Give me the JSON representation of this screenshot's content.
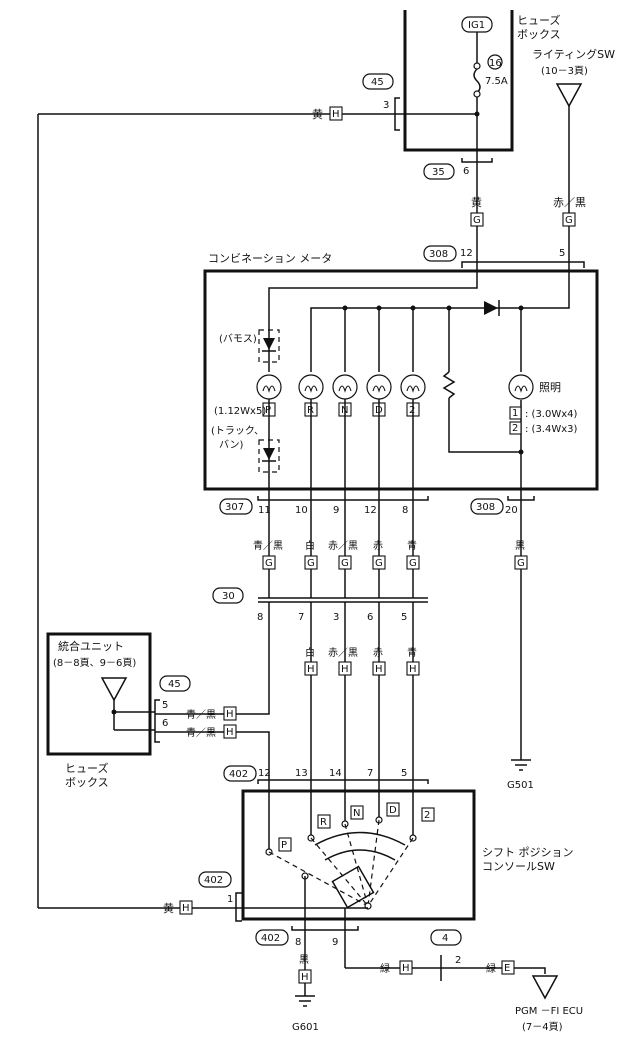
{
  "fuse_box_top": {
    "label_line1": "ヒューズ",
    "label_line2": "ボックス",
    "ig_label": "IG1",
    "fuse_number": "16",
    "fuse_rating": "7.5A",
    "connector_left": "45",
    "connector_bottom": "35",
    "pin_left": "3",
    "pin_bottom": "6"
  },
  "lighting_switch": {
    "label": "ライティングSW",
    "page_ref": "(10－3頁)"
  },
  "meter": {
    "label": "コンビネーション メータ",
    "connector_top": "308",
    "top_pins": [
      "12",
      "5"
    ],
    "connector_bottom_left": "307",
    "connector_bottom_right": "308",
    "bottom_right_pin": "20",
    "bottom_left_pins": [
      "11",
      "10",
      "9",
      "12",
      "8"
    ],
    "pamos_label": "(バモス)",
    "truck_label_line1": "(トラック、",
    "truck_label_line2": "バン)",
    "bulb_rating": "(1.12Wx5)",
    "bulb_letters": [
      "P",
      "R",
      "N",
      "D",
      "2"
    ],
    "illumination_label": "照明",
    "illum_rating_1_idx": "1",
    "illum_rating_1": ": (3.0Wx4)",
    "illum_rating_2_idx": "2",
    "illum_rating_2": ": (3.4Wx3)"
  },
  "wires": {
    "yellow": "黄",
    "red_black": "赤／黒",
    "blue_black": "青／黒",
    "white": "白",
    "red": "赤",
    "blue": "青",
    "black": "黒",
    "green": "緑"
  },
  "connector_codes": {
    "G": "G",
    "H": "H",
    "E": "E"
  },
  "junction_30": {
    "label": "30",
    "pins": [
      "8",
      "7",
      "3",
      "6",
      "5"
    ]
  },
  "integrated_unit": {
    "label": "統合ユニット",
    "page_ref": "(8－8頁、9－6頁)",
    "connector": "45",
    "pins": [
      "5",
      "6"
    ],
    "fuse_label_line1": "ヒューズ",
    "fuse_label_line2": "ボックス"
  },
  "ground_g501": "G501",
  "ground_g601": "G601",
  "shift_switch": {
    "connector_top": "402",
    "top_pins": [
      "12",
      "13",
      "14",
      "7",
      "5"
    ],
    "connector_left": "402",
    "left_pin": "1",
    "connector_bottom": "402",
    "bottom_pins": [
      "8",
      "9"
    ],
    "label_line1": "シフト ポジション",
    "label_line2": "コンソールSW",
    "positions": [
      "P",
      "R",
      "N",
      "D",
      "2"
    ]
  },
  "ecu": {
    "connector": "4",
    "pin": "2",
    "label": "PGM －FI   ECU",
    "page_ref": "(7－4頁)"
  }
}
